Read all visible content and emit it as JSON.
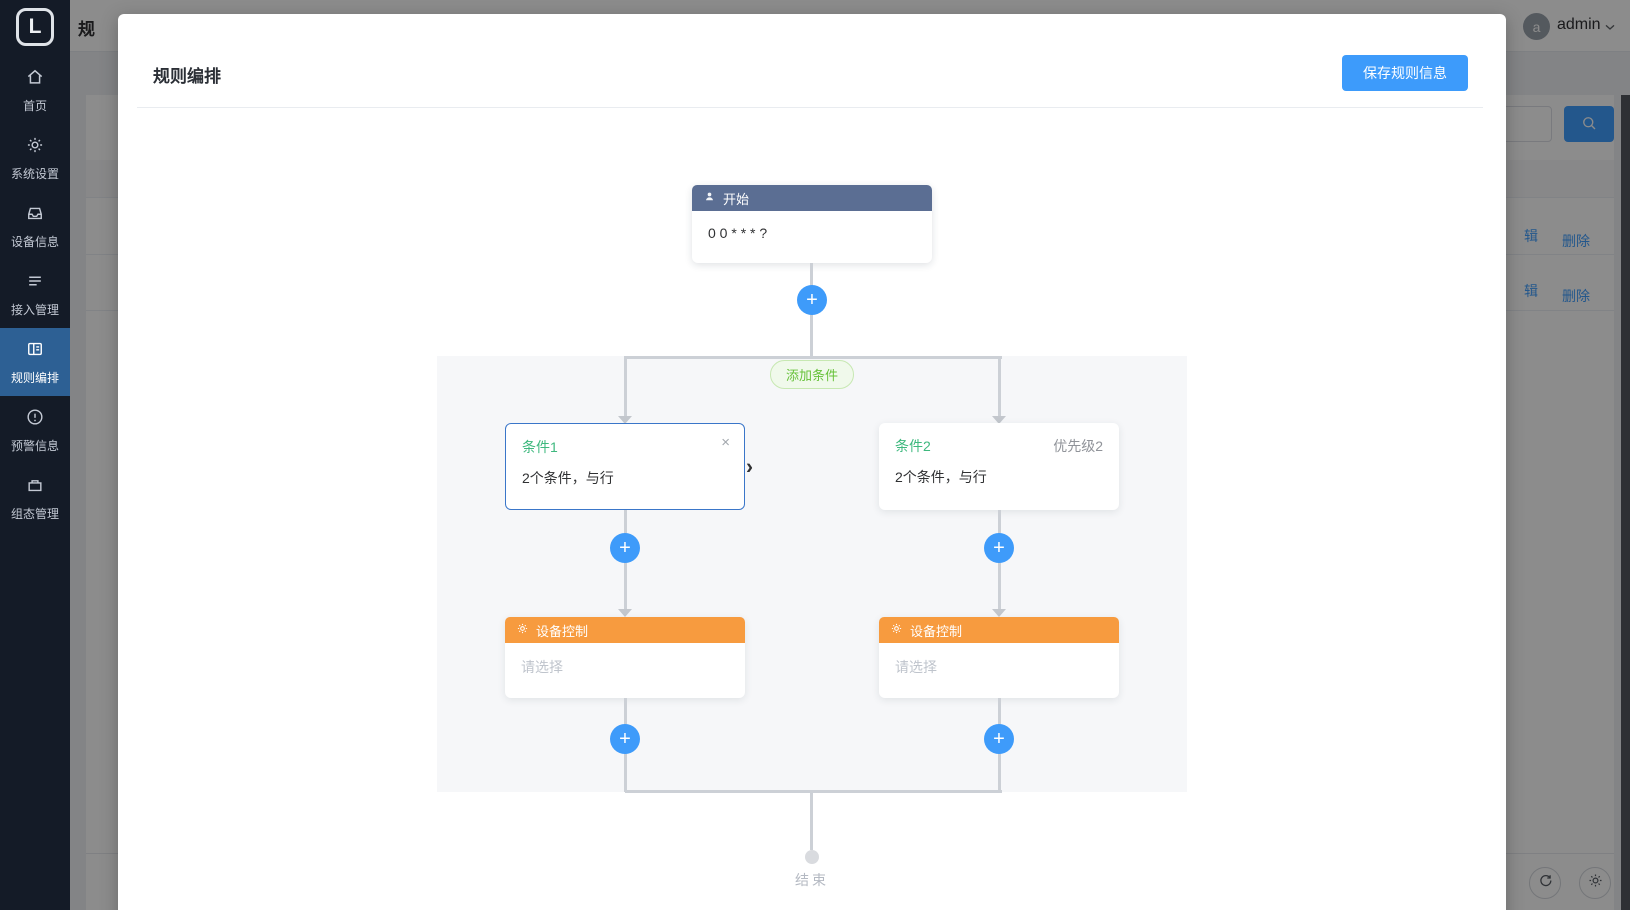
{
  "colors": {
    "primary_blue": "#409eff",
    "save_button_blue": "#3d9bfb",
    "plus_button_blue": "#3e9bfa",
    "start_header_blue_gray": "#5b6e93",
    "action_header_orange": "#f79b3f",
    "condition_title_green": "#3eb87e",
    "badge_green": "#67c23a",
    "selected_border_blue": "#3a76c9",
    "sidebar_bg": "#141b27",
    "sidebar_active_bg": "#2d6094",
    "connector_gray": "#ccd0d6"
  },
  "icons": {
    "plus": "+",
    "close": "×",
    "chevron_right": "›"
  },
  "sidebar": {
    "logo_letter": "L",
    "items": [
      {
        "label": "首页",
        "icon": "home-icon"
      },
      {
        "label": "系统设置",
        "icon": "gear-icon"
      },
      {
        "label": "设备信息",
        "icon": "device-inbox-icon"
      },
      {
        "label": "接入管理",
        "icon": "access-list-icon"
      },
      {
        "label": "规则编排",
        "icon": "rules-board-icon"
      },
      {
        "label": "预警信息",
        "icon": "alert-circle-icon"
      },
      {
        "label": "组态管理",
        "icon": "config-box-icon"
      }
    ]
  },
  "topbar": {
    "page_title_fragment": "规",
    "avatar_letter": "a",
    "username": "admin"
  },
  "background_page": {
    "table_rows": [
      {
        "edit_fragment": "辑",
        "delete_label": "删除"
      },
      {
        "edit_fragment": "辑",
        "delete_label": "删除"
      }
    ]
  },
  "dialog": {
    "title": "规则编排",
    "save_button_label": "保存规则信息",
    "flow": {
      "start": {
        "title": "开始",
        "cron": "0 0 * * * ?"
      },
      "add_condition_label": "添加条件",
      "branches": [
        {
          "condition_title": "条件1",
          "priority_label": "",
          "condition_summary": "2个条件，与行",
          "action_title": "设备控制",
          "action_placeholder": "请选择"
        },
        {
          "condition_title": "条件2",
          "priority_label": "优先级2",
          "condition_summary": "2个条件，与行",
          "action_title": "设备控制",
          "action_placeholder": "请选择"
        }
      ],
      "end_label": "结束"
    }
  }
}
